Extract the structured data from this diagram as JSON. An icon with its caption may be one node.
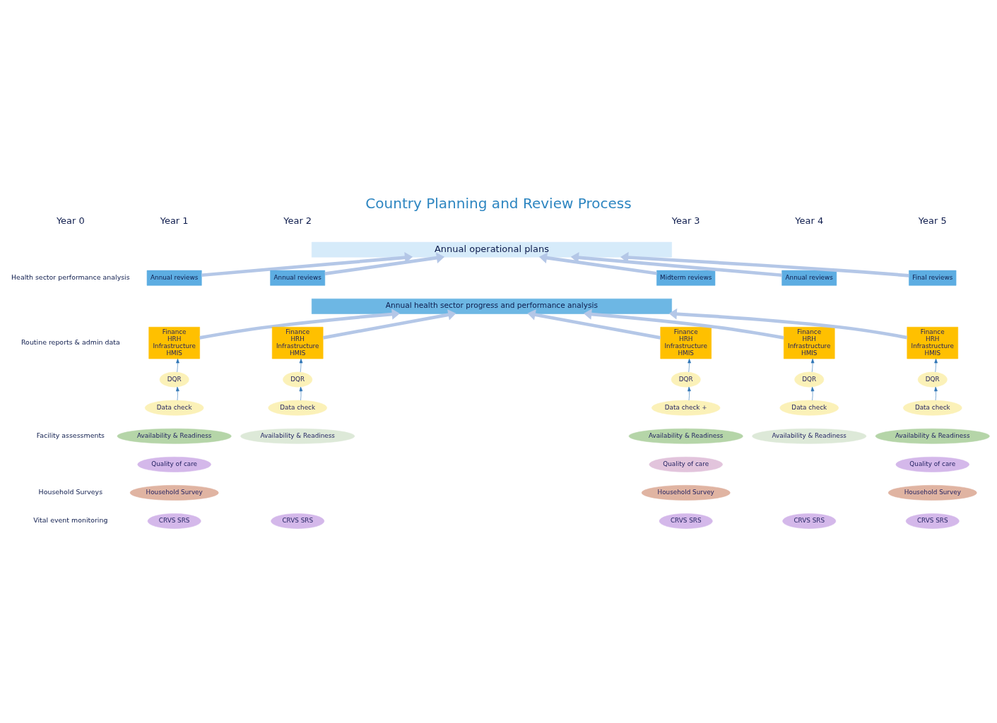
{
  "diagram": {
    "title": "Country Planning and Review Process",
    "nodes": [
      {
        "text": [
          "Annual operational plans"
        ]
      },
      {
        "text": [
          "Annual reviews"
        ]
      },
      {
        "text": [
          "Annual reviews"
        ]
      },
      {
        "text": [
          "Midterm reviews"
        ]
      },
      {
        "text": [
          "Annual reviews"
        ]
      },
      {
        "text": [
          "Final reviews"
        ]
      },
      {
        "text": [
          "Annual health sector progress and performance analysis"
        ]
      },
      {
        "text": [
          "Finance",
          "HRH",
          "Infrastructure",
          "HMIS"
        ]
      },
      {
        "text": [
          "Finance",
          "HRH",
          "Infrastructure",
          "HMIS"
        ]
      },
      {
        "text": [
          "Finance",
          "HRH",
          "Infrastructure",
          "HMIS"
        ]
      },
      {
        "text": [
          "Finance",
          "HRH",
          "Infrastructure",
          "HMIS"
        ]
      },
      {
        "text": [
          "Finance",
          "HRH",
          "Infrastructure",
          "HMIS"
        ]
      },
      {
        "text": [
          "DQR"
        ]
      },
      {
        "text": [
          "DQR"
        ]
      },
      {
        "text": [
          "DQR"
        ]
      },
      {
        "text": [
          "DQR"
        ]
      },
      {
        "text": [
          "DQR"
        ]
      },
      {
        "text": [
          "Data check"
        ]
      },
      {
        "text": [
          "Data check"
        ]
      },
      {
        "text": [
          "Data check +"
        ]
      },
      {
        "text": [
          "Data check"
        ]
      },
      {
        "text": [
          "Data check"
        ]
      },
      {
        "text": [
          "Availability & Readiness"
        ]
      },
      {
        "text": [
          "Availability & Readiness"
        ]
      },
      {
        "text": [
          "Availability & Readiness"
        ]
      },
      {
        "text": [
          "Availability & Readiness"
        ]
      },
      {
        "text": [
          "Availability & Readiness"
        ]
      },
      {
        "text": [
          "Quality of care"
        ]
      },
      {
        "text": [
          "Quality of care"
        ]
      },
      {
        "text": [
          "Quality of care"
        ]
      },
      {
        "text": [
          "Household Survey"
        ]
      },
      {
        "text": [
          "Household Survey"
        ]
      },
      {
        "text": [
          "Household Survey"
        ]
      },
      {
        "text": [
          "CRVS SRS"
        ]
      },
      {
        "text": [
          "CRVS SRS"
        ]
      },
      {
        "text": [
          "CRVS SRS"
        ]
      },
      {
        "text": [
          "CRVS SRS"
        ]
      },
      {
        "text": [
          "CRVS SRS"
        ]
      }
    ],
    "edges": [
      {
        "from": 1,
        "to": 0,
        "arrow": "to",
        "style": "thick",
        "color": "#b4c7e7"
      },
      {
        "from": 2,
        "to": 0,
        "arrow": "to",
        "style": "thick",
        "color": "#b4c7e7"
      },
      {
        "from": 3,
        "to": 0,
        "arrow": "to",
        "style": "thick",
        "color": "#b4c7e7"
      },
      {
        "from": 4,
        "to": 0,
        "arrow": "to",
        "style": "thick",
        "color": "#b4c7e7"
      },
      {
        "from": 5,
        "to": 0,
        "arrow": "to",
        "style": "thick",
        "color": "#b4c7e7"
      },
      {
        "from": 7,
        "to": 6,
        "arrow": "to",
        "style": "thick",
        "color": "#b4c7e7"
      },
      {
        "from": 8,
        "to": 6,
        "arrow": "to",
        "style": "thick",
        "color": "#b4c7e7"
      },
      {
        "from": 9,
        "to": 6,
        "arrow": "to",
        "style": "thick",
        "color": "#b4c7e7"
      },
      {
        "from": 10,
        "to": 6,
        "arrow": "to",
        "style": "thick",
        "color": "#b4c7e7"
      },
      {
        "from": 11,
        "to": 6,
        "arrow": "to",
        "style": "thick",
        "color": "#b4c7e7"
      },
      {
        "from": 12,
        "to": 7,
        "arrow": "to",
        "color": "#2e75b6"
      },
      {
        "from": 13,
        "to": 8,
        "arrow": "to",
        "color": "#2e75b6"
      },
      {
        "from": 14,
        "to": 9,
        "arrow": "to",
        "color": "#2e75b6"
      },
      {
        "from": 15,
        "to": 10,
        "arrow": "to",
        "color": "#2e75b6"
      },
      {
        "from": 16,
        "to": 11,
        "arrow": "to",
        "color": "#2e75b6"
      },
      {
        "from": 17,
        "to": 12,
        "arrow": "to",
        "color": "#2e75b6"
      },
      {
        "from": 18,
        "to": 13,
        "arrow": "to",
        "color": "#2e75b6"
      },
      {
        "from": 19,
        "to": 14,
        "arrow": "to",
        "color": "#2e75b6"
      },
      {
        "from": 20,
        "to": 15,
        "arrow": "to",
        "color": "#2e75b6"
      },
      {
        "from": 21,
        "to": 16,
        "arrow": "to",
        "color": "#2e75b6"
      }
    ],
    "labels": [
      "Year 0",
      "Year 1",
      "Year 2",
      "Year 3",
      "Year 4",
      "Year 5",
      "Health sector performance analysis",
      "Routine reports & admin data",
      "Facility assessments",
      "Household Surveys",
      "Vital event monitoring"
    ]
  }
}
